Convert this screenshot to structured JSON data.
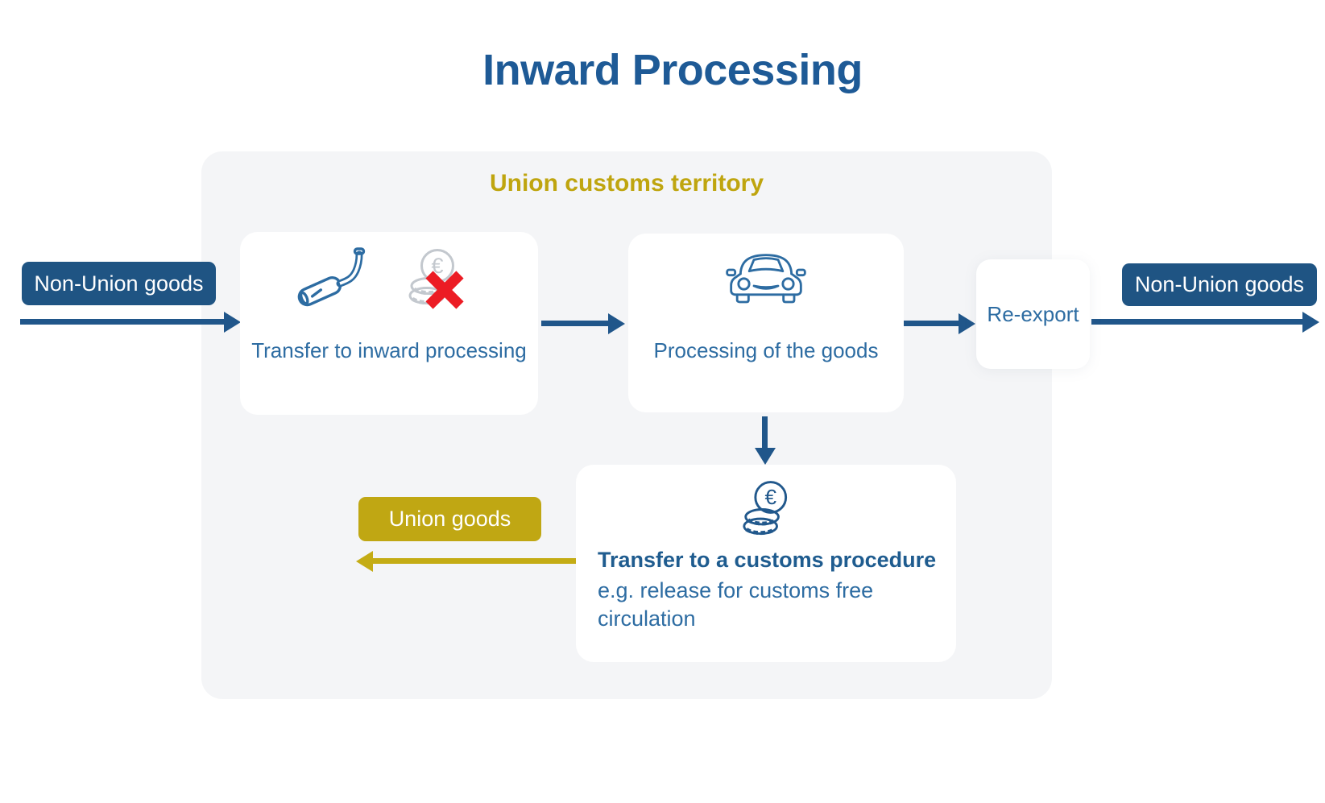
{
  "title": "Inward Processing",
  "territory": {
    "label": "Union customs territory"
  },
  "badges": {
    "left_goods": "Non-Union goods",
    "right_goods": "Non-Union goods",
    "union_goods": "Union goods"
  },
  "cards": {
    "transfer_in": {
      "label": "Transfer to inward processing",
      "icons": [
        "exhaust-pipe-icon",
        "euro-coins-icon",
        "red-cross-icon"
      ]
    },
    "processing": {
      "label": "Processing of the goods",
      "icons": [
        "car-icon"
      ]
    },
    "reexport": {
      "label": "Re-export"
    },
    "customs_procedure": {
      "title": "Transfer to a customs procedure",
      "subtitle": "e.g. release for customs free circulation",
      "icons": [
        "euro-coins-icon"
      ]
    }
  },
  "icons": {
    "euro_symbol": "€"
  },
  "colors": {
    "title_blue": "#1E5A96",
    "badge_blue": "#1F5483",
    "arrow_blue": "#20568A",
    "label_blue": "#2D6CA2",
    "bold_blue": "#1F5C8F",
    "gold": "#C0A713",
    "gold_arrow": "#C4AC15",
    "territory_bg": "#F4F5F7",
    "coin_gray": "#C3C8CE",
    "cross_red": "#EC1C24"
  }
}
